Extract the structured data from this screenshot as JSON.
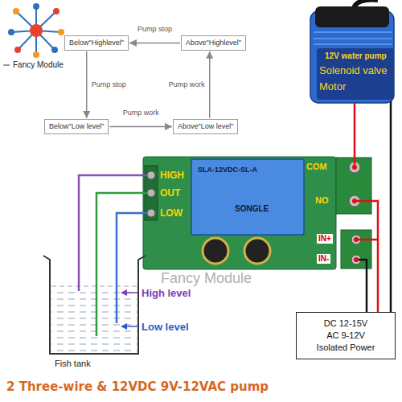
{
  "diagram": {
    "caption": "2 Three-wire & 12VDC 9V-12VAC pump",
    "nodes": [
      {
        "text": [
          "Below\"Highlevel\""
        ]
      },
      {
        "text": [
          "Above\"Highlevel\""
        ]
      },
      {
        "text": [
          "Below\"Low level\""
        ]
      },
      {
        "text": [
          "Above\"Low level\""
        ]
      },
      {
        "text": [
          "DC 12-15V",
          "AC 9-12V",
          "Isolated Power"
        ]
      }
    ],
    "edges": [
      {
        "from": 1,
        "to": 0,
        "label": "Pump stop",
        "arrow": "to"
      },
      {
        "from": 0,
        "to": 2,
        "label": "Pump stop",
        "arrow": "to"
      },
      {
        "from": 2,
        "to": 3,
        "label": "Pump work",
        "arrow": "to"
      },
      {
        "from": 3,
        "to": 1,
        "label": "Pump work",
        "arrow": "to"
      }
    ],
    "labels": [
      "Fancy Module",
      "HIGH",
      "OUT",
      "LOW",
      "COM",
      "NO",
      "IN+",
      "IN-",
      "12V water pump",
      "Solenoid valve",
      "Motor",
      "SONGLE",
      "SLA-12VDC-SL-A",
      "High level",
      "Low level",
      "Fish tank",
      "Fancy Module"
    ]
  }
}
